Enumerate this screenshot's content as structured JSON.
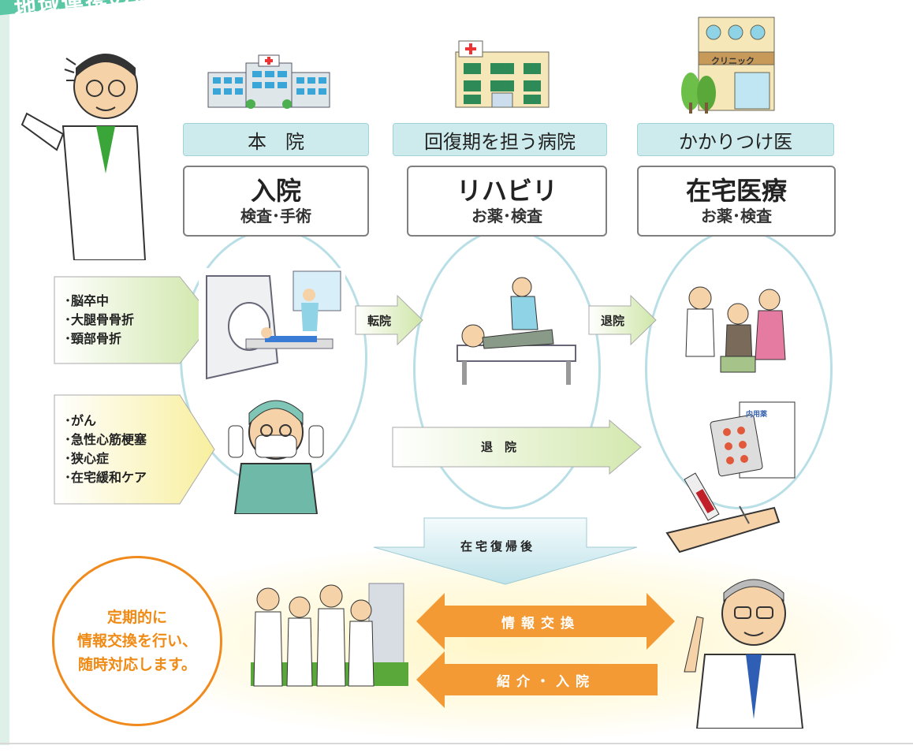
{
  "header": {
    "title": "地域連携の流れ"
  },
  "facilities": [
    {
      "name": "本　院",
      "stage": "入院",
      "sub": "検査･手術"
    },
    {
      "name": "回復期を担う病院",
      "stage": "リハビリ",
      "sub": "お薬･検査"
    },
    {
      "name": "かかりつけ医",
      "stage": "在宅医療",
      "sub": "お薬･検査"
    }
  ],
  "clinic_sign": "クリニック",
  "conditions_1": [
    "･脳卒中",
    "･大腿骨骨折",
    "･頸部骨折"
  ],
  "conditions_2": [
    "･がん",
    "･急性心筋梗塞",
    "･狭心症",
    "･在宅緩和ケア"
  ],
  "arrows": {
    "transfer": "転院",
    "discharge": "退院",
    "discharge_long": "退　院",
    "home_return": "在宅復帰後"
  },
  "orange_arrows": {
    "info_exchange": "情報交換",
    "referral": "紹介・入院"
  },
  "circle_message": [
    "定期的に",
    "情報交換を行い、",
    "随時対応します。"
  ],
  "rx_label": "内用薬",
  "colors": {
    "accent_green": "#5cc7a4",
    "facility_fill": "#cdebed",
    "orange": "#f39a34",
    "oval": "#b9dfe6"
  }
}
